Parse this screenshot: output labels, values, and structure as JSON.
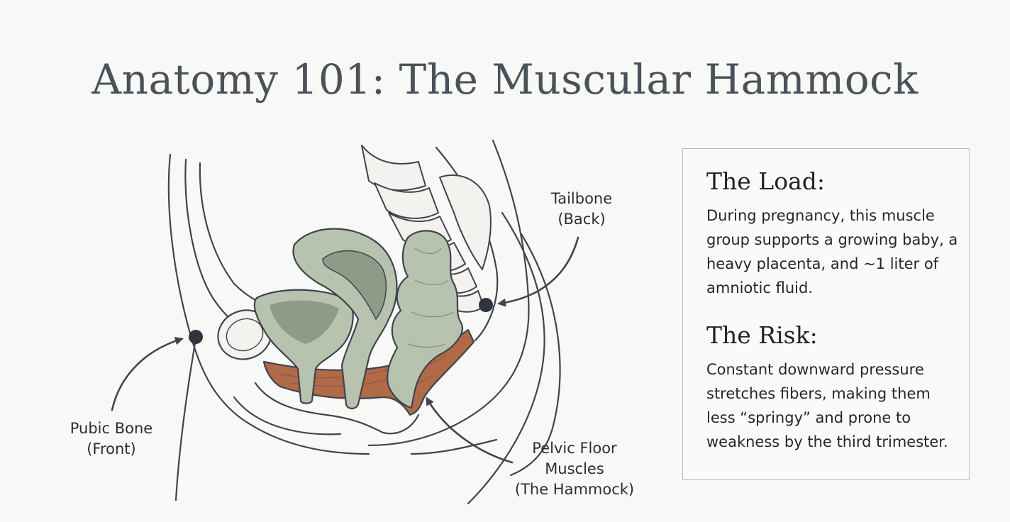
{
  "title": "Anatomy 101: The Muscular Hammock",
  "labels": {
    "tailbone": [
      "Tailbone",
      "(Back)"
    ],
    "pubic_bone": [
      "Pubic Bone",
      "(Front)"
    ],
    "pelvic_floor": [
      "Pelvic Floor",
      "Muscles",
      "(The Hammock)"
    ]
  },
  "info": {
    "load_heading": "The Load:",
    "load_text": "During pregnancy, this muscle group supports a growing baby, a heavy placenta, and ~1 liter of amniotic fluid.",
    "risk_heading": "The Risk:",
    "risk_text": "Constant downward pressure stretches fibers, making them less “springy” and prone to weakness by the third trimester."
  },
  "colors": {
    "organ_fill": "#b7c2af",
    "organ_shade": "#8f9a88",
    "muscle_fill": "#b06a48",
    "line": "#3e454c",
    "title": "#4a5259"
  }
}
